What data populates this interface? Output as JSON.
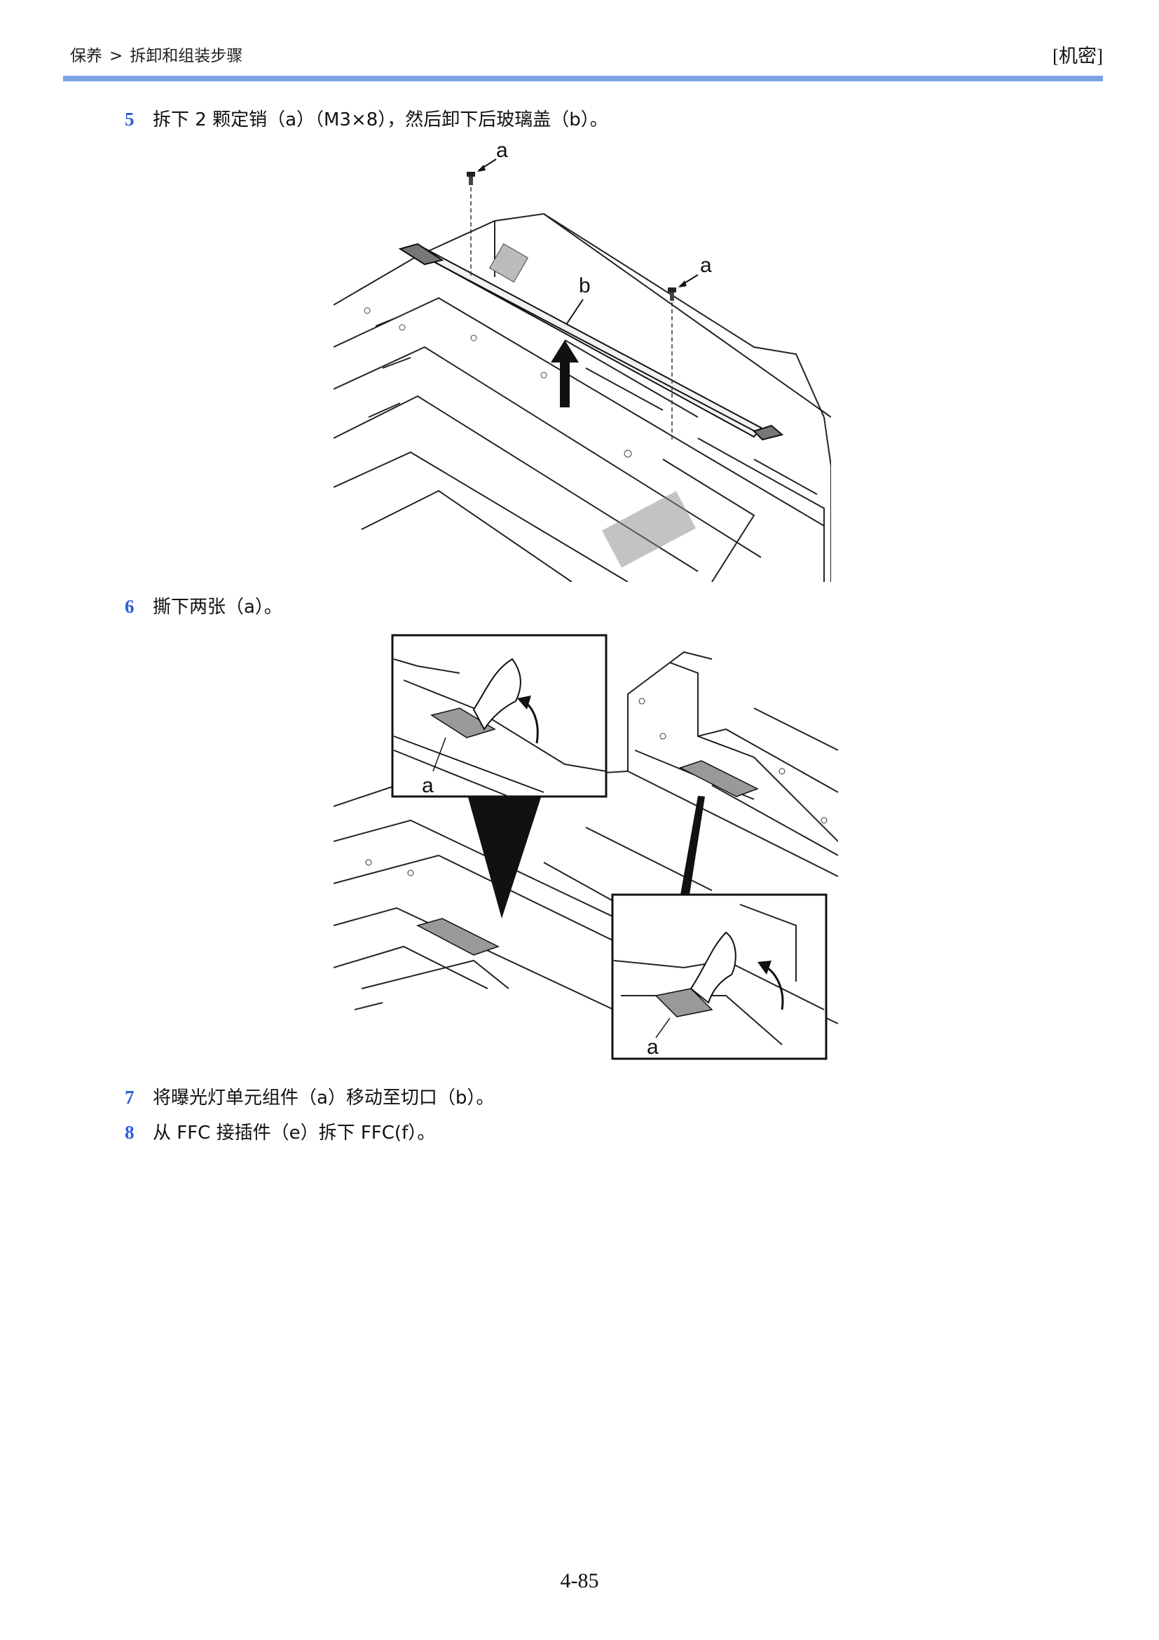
{
  "header": {
    "breadcrumb_section": "保养",
    "breadcrumb_separator": ">",
    "breadcrumb_page": "拆卸和组装步骤",
    "classification": "[机密]"
  },
  "steps": [
    {
      "number": "5",
      "text": "拆下 2 颗定销（a）（M3×8），然后卸下后玻璃盖（b）。"
    },
    {
      "number": "6",
      "text": "撕下两张（a）。"
    },
    {
      "number": "7",
      "text": "将曝光灯单元组件（a）移动至切口（b）。"
    },
    {
      "number": "8",
      "text": "从 FFC 接插件（e）拆下 FFC(f）。"
    }
  ],
  "figure1": {
    "labels": {
      "screw_a1": "a",
      "screw_a2": "a",
      "cover_b": "b"
    }
  },
  "figure2": {
    "labels": {
      "inset_top_a": "a",
      "inset_bottom_a": "a"
    }
  },
  "page_number": "4-85",
  "colors": {
    "accent_rule": "#7aa3e6",
    "step_number": "#2f5dd8",
    "sheet_fill": "#999999"
  }
}
